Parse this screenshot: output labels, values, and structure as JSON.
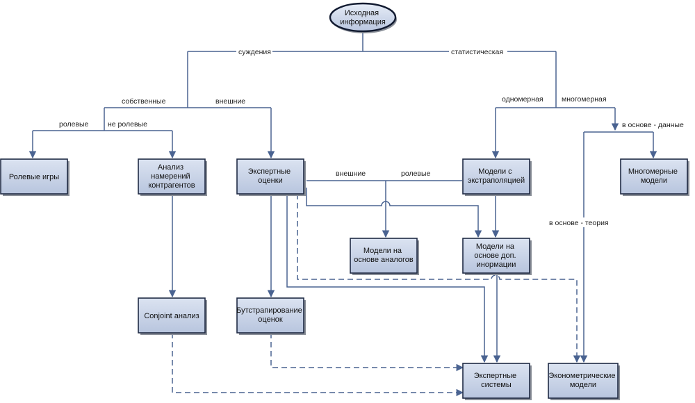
{
  "diagram": {
    "root": {
      "id": "source",
      "label": [
        "Исходная",
        "информация"
      ]
    },
    "nodes": [
      {
        "id": "role_games",
        "label": [
          "Ролевые игры"
        ]
      },
      {
        "id": "intent",
        "label": [
          "Анализ",
          "намерений",
          "контрагентов"
        ]
      },
      {
        "id": "expert_est",
        "label": [
          "Экспертные",
          "оценки"
        ]
      },
      {
        "id": "extrapol",
        "label": [
          "Модели с",
          "экстраполяцией"
        ]
      },
      {
        "id": "multidim",
        "label": [
          "Многомерные",
          "модели"
        ]
      },
      {
        "id": "analogs",
        "label": [
          "Модели на",
          "основе аналогов"
        ]
      },
      {
        "id": "addinfo",
        "label": [
          "Модели на",
          "основе доп.",
          "инормации"
        ]
      },
      {
        "id": "conjoint",
        "label": [
          "Conjoint анализ"
        ]
      },
      {
        "id": "bootstrap",
        "label": [
          "Бутстрапирование",
          "оценок"
        ]
      },
      {
        "id": "expert_sys",
        "label": [
          "Экспертные",
          "системы"
        ]
      },
      {
        "id": "econometric",
        "label": [
          "Эконометрические",
          "модели"
        ]
      }
    ],
    "edge_labels": {
      "judgments": "суждения",
      "statistical": "статистическая",
      "own": "собственные",
      "external_top": "внешние",
      "role": "ролевые",
      "non_role": "не ролевые",
      "onedim": "одномерная",
      "multidim": "многомерная",
      "basis_data": "в основе - данные",
      "basis_theory": "в основе - теория",
      "external_mid": "внешние",
      "role_mid": "ролевые"
    },
    "colors": {
      "box_fill": "#c9d3e6",
      "box_border": "#1f2a44",
      "connector": "#4a6391",
      "ellipse_fill": "#d3dcee"
    }
  }
}
